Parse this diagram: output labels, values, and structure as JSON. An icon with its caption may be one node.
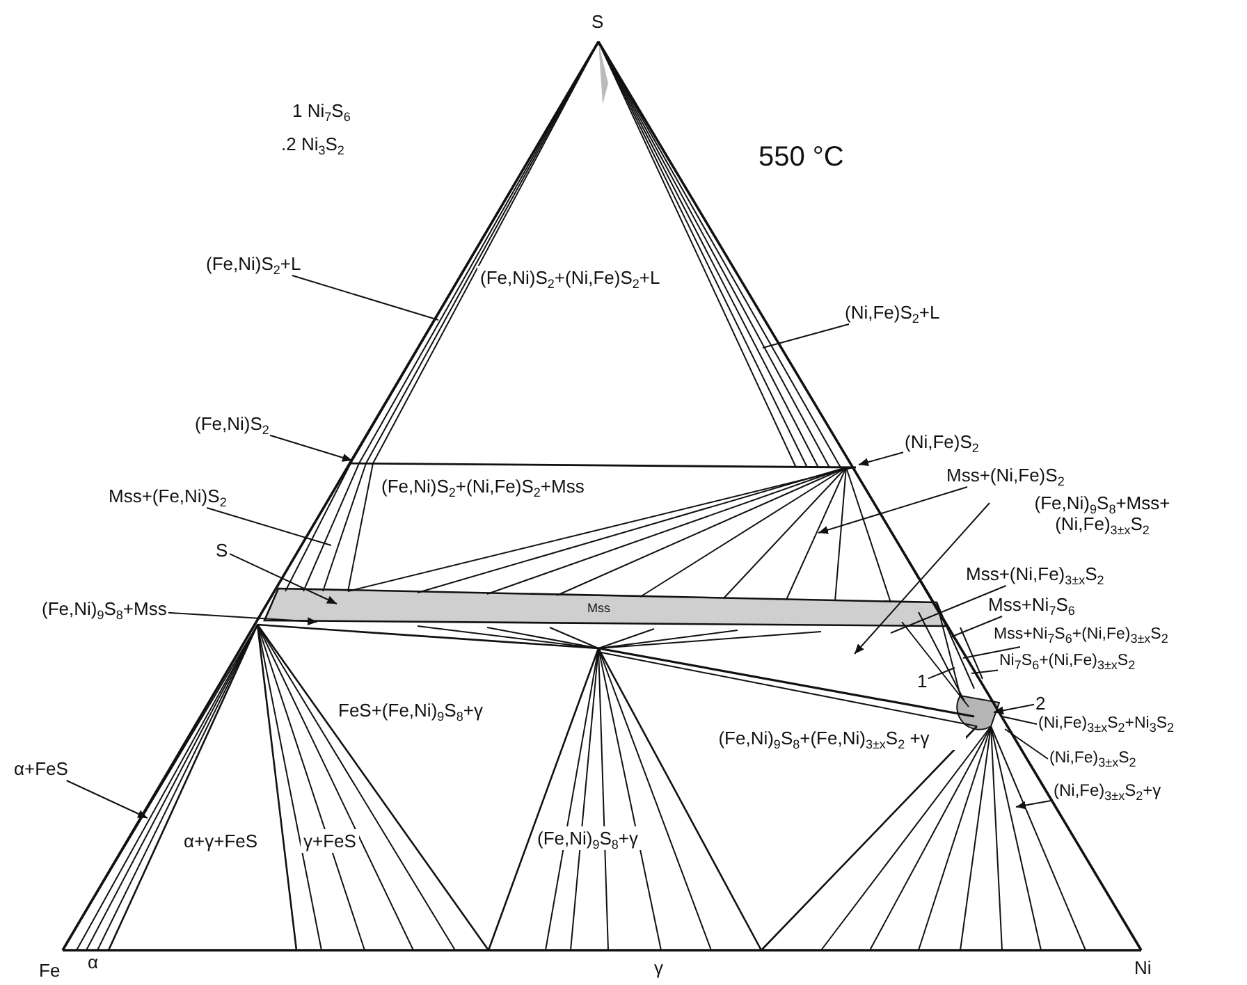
{
  "diagram": {
    "nodes": [
      {
        "text": [
          "(Fe,Ni)S$_{2}$+L"
        ]
      },
      {
        "text": [
          "(Ni,Fe)S$_{2}$+L"
        ]
      },
      {
        "text": [
          "(Fe,Ni)S$_{2}$"
        ]
      },
      {
        "text": [
          "(Ni,Fe)S$_{2}$"
        ]
      },
      {
        "text": [
          "Mss+(Fe,Ni)S$_{2}$"
        ]
      },
      {
        "text": [
          "Mss+(Ni,Fe)S$_{2}$"
        ]
      },
      {
        "text": [
          "(Fe,Ni)$_{9}$S$_{8}$+Mss+ (Ni,Fe)$_{3±x}$S$_{2}$"
        ]
      },
      {
        "text": [
          "S"
        ]
      },
      {
        "text": [
          "(Fe,Ni)$_{9}$S$_{8}$+Mss"
        ]
      },
      {
        "text": [
          "Mss+(Ni,Fe)$_{3±x}$S$_{2}$"
        ]
      },
      {
        "text": [
          "Mss+Ni$_{7}$S$_{6}$"
        ]
      },
      {
        "text": [
          "Mss+Ni$_{7}$S$_{6}$+(Ni,Fe)$_{3±x}$S$_{2}$"
        ]
      },
      {
        "text": [
          "Ni$_{7}$S$_{6}$+(Ni,Fe)$_{3±x}$S$_{2}$"
        ]
      },
      {
        "text": [
          "1"
        ]
      },
      {
        "text": [
          "2"
        ]
      },
      {
        "text": [
          "(Ni,Fe)$_{3±x}$S$_{2}$+Ni$_{3}$S$_{2}$"
        ]
      },
      {
        "text": [
          "(Ni,Fe)$_{3±x}$S$_{2}$"
        ]
      },
      {
        "text": [
          "(Ni,Fe)$_{3±x}$S$_{2}$+γ"
        ]
      },
      {
        "text": [
          "α+FeS"
        ]
      }
    ],
    "edges": [
      {
        "from": 0,
        "to": null,
        "arrow": "none"
      },
      {
        "from": 1,
        "to": null,
        "arrow": "none"
      },
      {
        "from": 2,
        "to": null,
        "arrow": "to"
      },
      {
        "from": 3,
        "to": null,
        "arrow": "to"
      },
      {
        "from": 4,
        "to": null,
        "arrow": "none"
      },
      {
        "from": 5,
        "to": null,
        "arrow": "to"
      },
      {
        "from": 6,
        "to": null,
        "arrow": "to"
      },
      {
        "from": 7,
        "to": null,
        "arrow": "to"
      },
      {
        "from": 8,
        "to": null,
        "arrow": "to"
      },
      {
        "from": 9,
        "to": null,
        "arrow": "none"
      },
      {
        "from": 10,
        "to": null,
        "arrow": "none"
      },
      {
        "from": 11,
        "to": null,
        "arrow": "none"
      },
      {
        "from": 12,
        "to": null,
        "arrow": "none"
      },
      {
        "from": 13,
        "to": null,
        "arrow": "none"
      },
      {
        "from": 14,
        "to": null,
        "arrow": "to"
      },
      {
        "from": 15,
        "to": null,
        "arrow": "none"
      },
      {
        "from": 16,
        "to": null,
        "arrow": "none"
      },
      {
        "from": 17,
        "to": null,
        "arrow": "to"
      },
      {
        "from": 18,
        "to": null,
        "arrow": "to"
      }
    ],
    "labels": [
      "S",
      "1 Ni$_{7}$S$_{6}$",
      ".2 Ni$_{3}$S$_{2}$",
      "550 °C",
      "(Fe,Ni)S$_{2}$+(Ni,Fe)S$_{2}$+L",
      "(Fe,Ni)S$_{2}$+(Ni,Fe)S$_{2}$+Mss",
      "Mss",
      "FeS+(Fe,Ni)$_{9}$S$_{8}$+γ",
      "(Fe,Ni)$_{9}$S$_{8}$+(Fe,Ni)$_{3±x}$S$_{2}$ +γ",
      "α+γ+FeS",
      "γ+FeS",
      "(Fe,Ni)$_{9}$S$_{8}$+γ",
      "Fe",
      "α",
      "γ",
      "Ni"
    ]
  }
}
